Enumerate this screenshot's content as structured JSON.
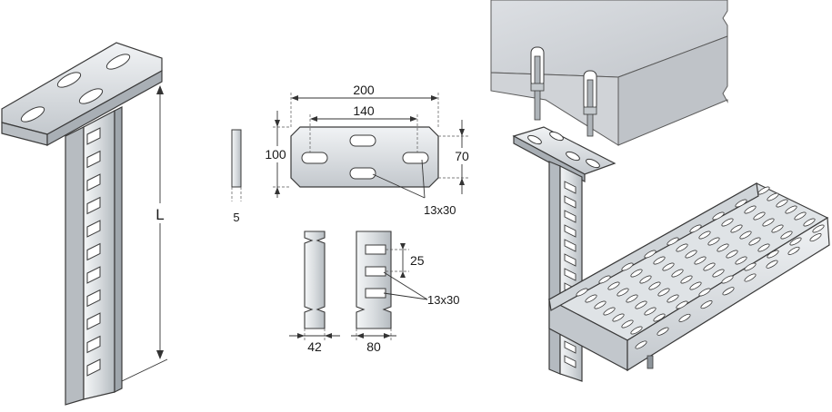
{
  "drawing": {
    "bracket_length_label": "L",
    "plate": {
      "width": "200",
      "hole_spacing": "140",
      "height": "100",
      "inner_height": "70",
      "thickness": "5",
      "slot_size": "13x30"
    },
    "profile": {
      "depth": "42",
      "width": "80",
      "slot_pitch": "25",
      "slot_size": "13x30"
    }
  },
  "colors": {
    "metal_light": "#e9ecef",
    "metal_mid": "#c9ced3",
    "metal_dark": "#9aa1a8",
    "ceiling": "#d4d7db",
    "ceiling_edge": "#bfc3c8",
    "line": "#3a3a3a"
  }
}
